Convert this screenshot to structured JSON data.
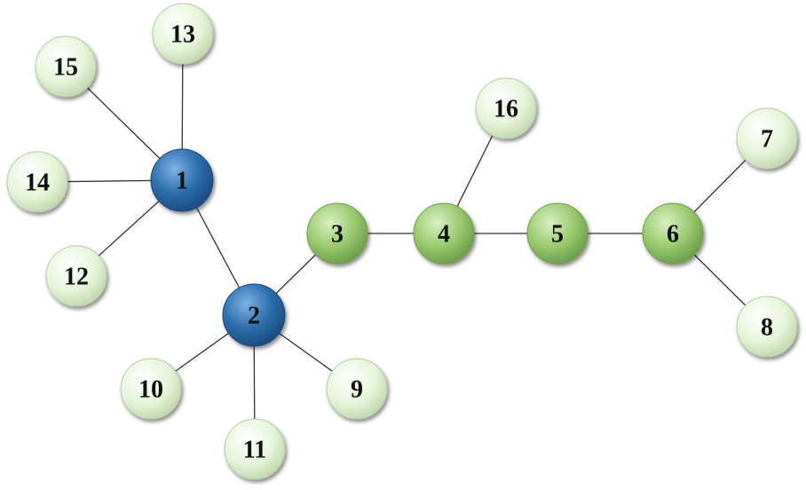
{
  "colors": {
    "hub": "#2E6FAE",
    "chain": "#9CCB72",
    "leaf": "#E6F4D9",
    "edge": "#333333",
    "text": "#111111"
  },
  "nodes": [
    {
      "id": "1",
      "label": "1",
      "kind": "hub"
    },
    {
      "id": "2",
      "label": "2",
      "kind": "hub"
    },
    {
      "id": "3",
      "label": "3",
      "kind": "chain"
    },
    {
      "id": "4",
      "label": "4",
      "kind": "chain"
    },
    {
      "id": "5",
      "label": "5",
      "kind": "chain"
    },
    {
      "id": "6",
      "label": "6",
      "kind": "chain"
    },
    {
      "id": "7",
      "label": "7",
      "kind": "leaf"
    },
    {
      "id": "8",
      "label": "8",
      "kind": "leaf"
    },
    {
      "id": "9",
      "label": "9",
      "kind": "leaf"
    },
    {
      "id": "10",
      "label": "10",
      "kind": "leaf"
    },
    {
      "id": "11",
      "label": "11",
      "kind": "leaf"
    },
    {
      "id": "12",
      "label": "12",
      "kind": "leaf"
    },
    {
      "id": "13",
      "label": "13",
      "kind": "leaf"
    },
    {
      "id": "14",
      "label": "14",
      "kind": "leaf"
    },
    {
      "id": "15",
      "label": "15",
      "kind": "leaf"
    },
    {
      "id": "16",
      "label": "16",
      "kind": "leaf"
    }
  ],
  "edges": [
    [
      "1",
      "13"
    ],
    [
      "1",
      "15"
    ],
    [
      "1",
      "14"
    ],
    [
      "1",
      "12"
    ],
    [
      "1",
      "2"
    ],
    [
      "2",
      "3"
    ],
    [
      "2",
      "10"
    ],
    [
      "2",
      "11"
    ],
    [
      "2",
      "9"
    ],
    [
      "3",
      "4"
    ],
    [
      "4",
      "16"
    ],
    [
      "4",
      "5"
    ],
    [
      "5",
      "6"
    ],
    [
      "6",
      "7"
    ],
    [
      "6",
      "8"
    ]
  ]
}
